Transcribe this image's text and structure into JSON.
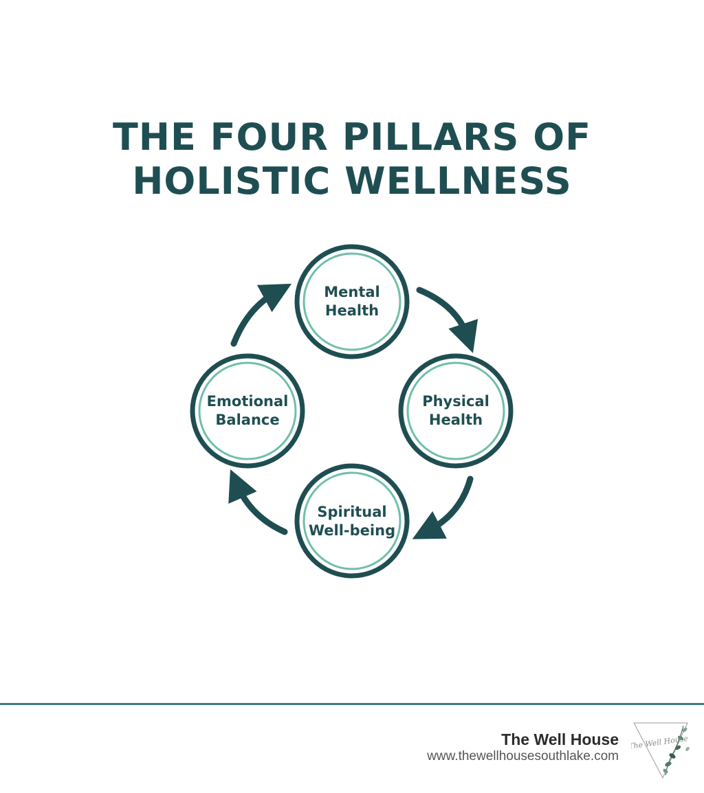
{
  "title": {
    "line1": "THE FOUR PILLARS OF",
    "line2": "HOLISTIC WELLNESS"
  },
  "pillars": [
    {
      "line1": "Mental",
      "line2": "Health"
    },
    {
      "line1": "Physical",
      "line2": "Health"
    },
    {
      "line1": "Spiritual",
      "line2": "Well-being"
    },
    {
      "line1": "Emotional",
      "line2": "Balance"
    }
  ],
  "footer": {
    "brand_name": "The Well House",
    "url": "www.thewellhousesouthlake.com",
    "logo_text": "The Well House"
  },
  "colors": {
    "primary": "#1f4e52",
    "accent": "#6fbfaa",
    "divider": "#3f7a7b"
  },
  "icons": [
    "cycle-arrow-icon",
    "leaf-icon"
  ]
}
